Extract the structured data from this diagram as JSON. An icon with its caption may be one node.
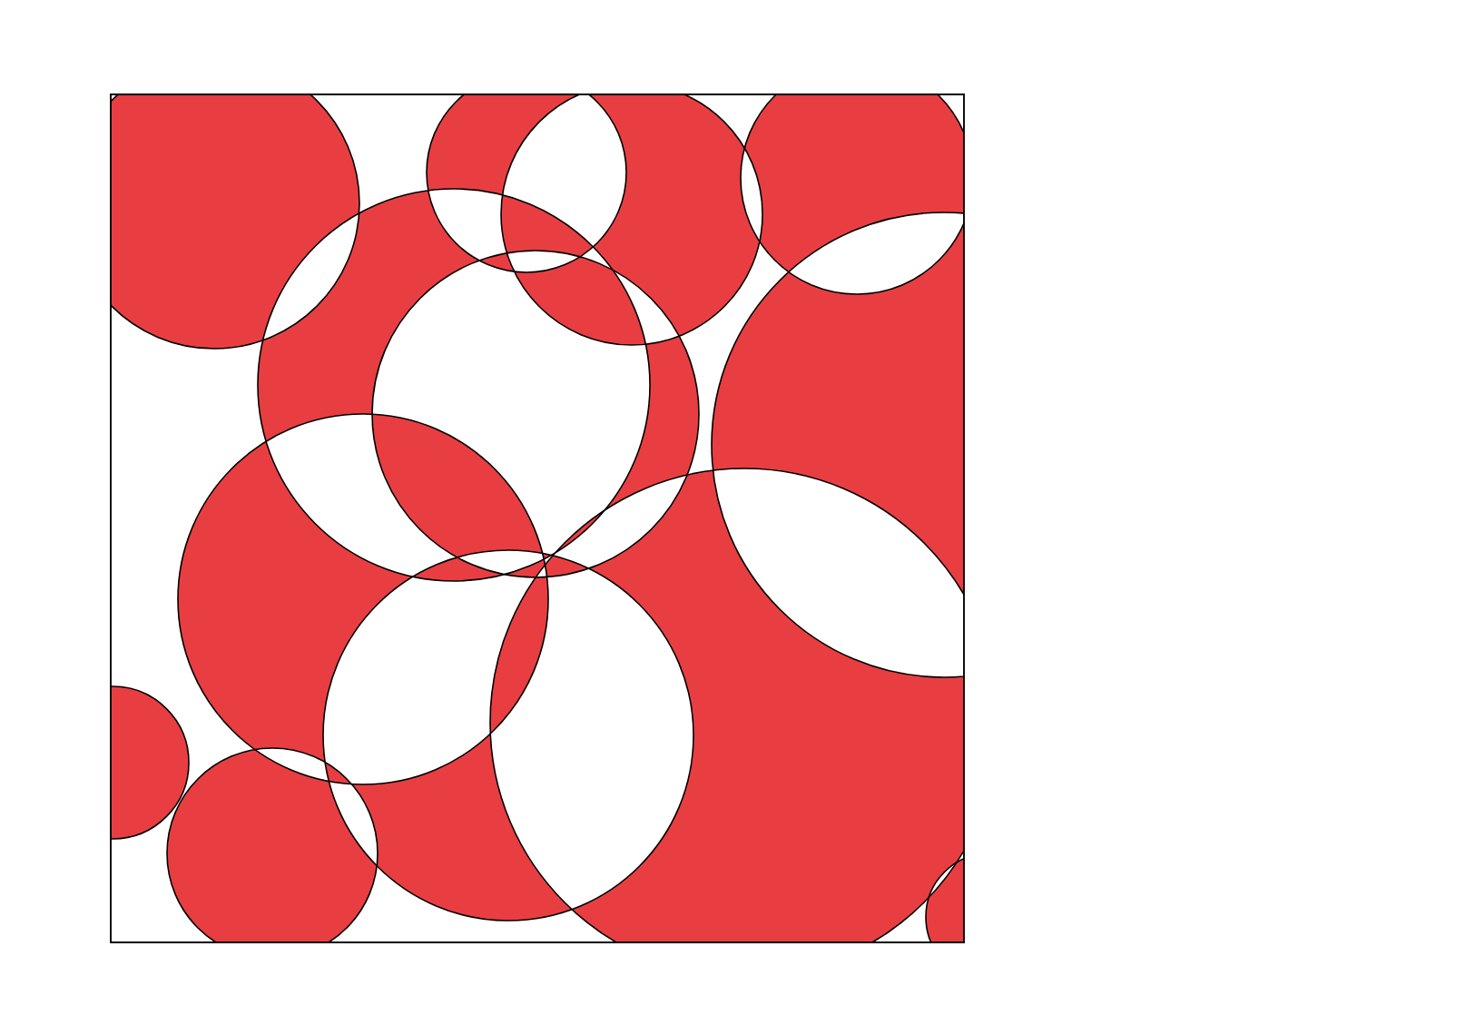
{
  "diagram": {
    "nodes": [
      {
        "text": [],
        "shape": "circle"
      },
      {
        "text": [],
        "shape": "circle"
      },
      {
        "text": [],
        "shape": "circle"
      },
      {
        "text": [],
        "shape": "circle"
      },
      {
        "text": [],
        "shape": "circle"
      },
      {
        "text": [],
        "shape": "circle"
      },
      {
        "text": [],
        "shape": "circle"
      },
      {
        "text": [],
        "shape": "circle"
      },
      {
        "text": [],
        "shape": "circle"
      },
      {
        "text": [],
        "shape": "circle"
      },
      {
        "text": [],
        "shape": "circle"
      },
      {
        "text": [],
        "shape": "circle"
      },
      {
        "text": [],
        "shape": "circle"
      }
    ]
  }
}
